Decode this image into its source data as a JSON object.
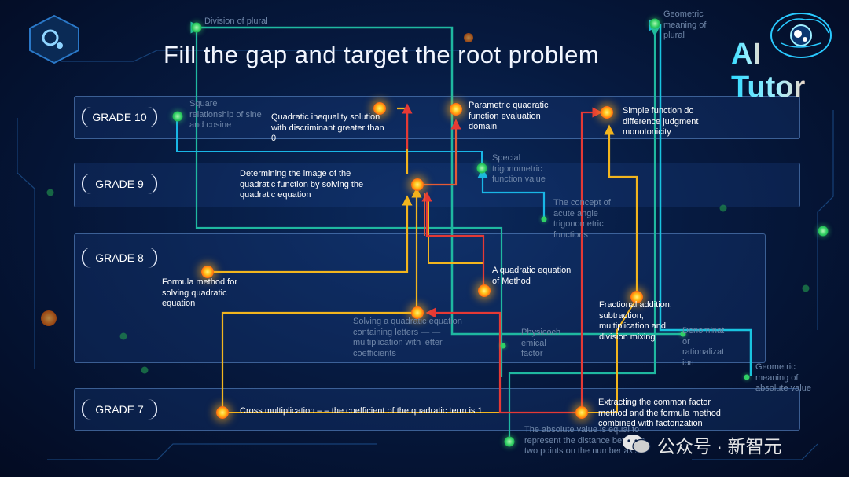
{
  "title": "Fill the gap and target the root problem",
  "logo": {
    "line1": "AI",
    "line2": "Tutor"
  },
  "grades": [
    "GRADE 10",
    "GRADE 9",
    "GRADE 8",
    "GRADE 7"
  ],
  "nodes": {
    "division_of_plural": "Division of plural",
    "geometric_meaning_plural": "Geometric\nmeaning of\nplural",
    "square_relationship": "Square\nrelationship of sine\nand cosine",
    "quadratic_inequality": "Quadratic inequality solution\nwith discriminant greater than\n0",
    "parametric_quadratic": "Parametric quadratic\nfunction evaluation\ndomain",
    "simple_function": "Simple function do\ndifference judgment\nmonotonicity",
    "special_trig": "Special\ntrigonometric\nfunction value",
    "image_quadratic_function": "Determining the image of the\nquadratic function by solving the\nquadratic equation",
    "acute_angle": "The concept of\nacute angle\ntrigonometric\nfunctions",
    "formula_method": "Formula method for\nsolving quadratic\nequation",
    "quadratic_equation_method": "A quadratic equation\nof Method",
    "fractional_addition": "Fractional addition,\nsubtraction,\nmultiplication and\ndivision mixing",
    "solving_letters": "Solving a quadratic equation\ncontaining letters — —\nmultiplication with letter\ncoefficients",
    "physicochemical": "Physicoch\nemical\nfactor",
    "denominator": "Denominat\nor\nrationalizat\nion",
    "geometric_absolute": "Geometric\nmeaning of\nabsolute value",
    "cross_multiplication": "Cross multiplication – – the coefficient of the quadratic term is 1",
    "extracting_common_factor": "Extracting the common factor\nmethod and the formula method\ncombined with factorization",
    "absolute_value_distance": "The absolute value is equal to\nrepresent the distance between\ntwo points on the number axis"
  },
  "watermark": "公众号 · 新智元",
  "colors": {
    "hot": "#ffc21a",
    "cool": "#2fcf63",
    "link_yellow": "#f2b51e",
    "link_red": "#e53935",
    "link_cyan": "#19b6e6",
    "link_teal": "#1fb8a0"
  }
}
